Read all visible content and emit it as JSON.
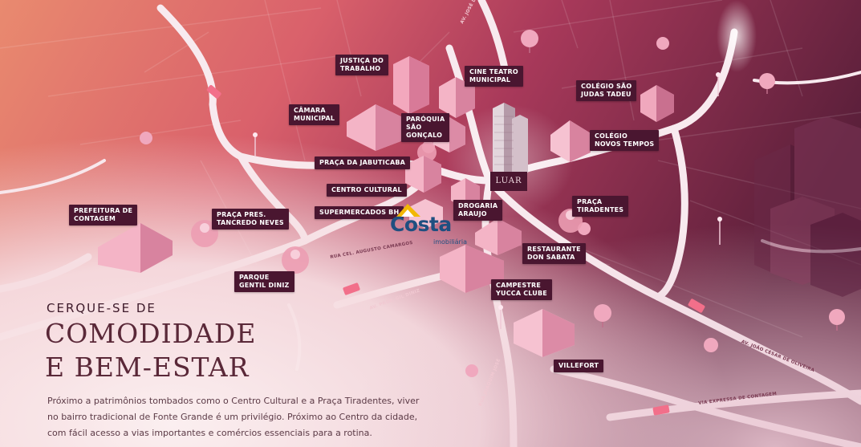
{
  "map": {
    "places": {
      "justica_do_trabalho": "JUSTIÇA DO\nTRABALHO",
      "cine_teatro_municipal": "CINE TEATRO\nMUNICIPAL",
      "camara_municipal": "CÂMARA\nMUNICIPAL",
      "paroquia_sao_goncalo": "PARÓQUIA\nSÃO\nGONÇALO",
      "colegio_sao_judas_tadeu": "COLÉGIO SÃO\nJUDAS TADEU",
      "colegio_novos_tempos": "COLÉGIO\nNOVOS TEMPOS",
      "praca_da_jabuticaba": "PRAÇA DA JABUTICABA",
      "centro_cultural": "CENTRO CULTURAL",
      "prefeitura_de_contagem": "PREFEITURA DE\nCONTAGEM",
      "praca_pres_tancredo_neves": "PRAÇA PRES.\nTANCREDO NEVES",
      "supermercados_bh": "SUPERMERCADOS BH",
      "drogaria_araujo": "DROGARIA\nARAUJO",
      "praca_tiradentes": "PRAÇA\nTIRADENTES",
      "restaurante_don_sabata": "RESTAURANTE\nDON SABATA",
      "parque_gentil_diniz": "PARQUE\nGENTIL DINIZ",
      "campestre_yucca_clube": "CAMPESTRE\nYUCCA CLUBE",
      "villefort": "VILLEFORT"
    },
    "streets": {
      "av_jose_luis_da_cunha": "AV. JOSÉ LUIS DA CUNHA",
      "rua_cel_augusto_camargos": "RUA CEL. AUGUSTO CAMARGOS",
      "av_prof_gil_diniz": "AV. PROF. GIL DINIZ",
      "rua_joaquim_jose": "RUA JOAQUIM JOSÉ",
      "av_joao_cesar_de_oliveira": "AV. JOÃO CÉSAR DE OLIVEIRA",
      "via_expressa_de_contagem": "VIA EXPRESSA DE CONTAGEM"
    },
    "tower_label": "LUAR",
    "colors": {
      "label_bg": "#4a1630",
      "road": "#f6e9ee",
      "background_left": "#e1756c",
      "background_right": "#5a1f3a"
    }
  },
  "logo": {
    "word": "Costa",
    "sub": "imobiliária",
    "colors": {
      "primary": "#1f4f80",
      "roof": "#f2b705"
    }
  },
  "headline": {
    "sub": "CERQUE-SE DE",
    "line1": "COMODIDADE",
    "line2": "E BEM-ESTAR"
  },
  "body": {
    "line1": "Próximo a patrimônios tombados como o Centro Cultural e a Praça Tiradentes, viver",
    "line2": "no bairro tradicional de Fonte Grande é um privilégio. Próximo ao Centro da cidade,",
    "line3": "com fácil acesso a vias importantes e comércios essenciais para a rotina."
  }
}
